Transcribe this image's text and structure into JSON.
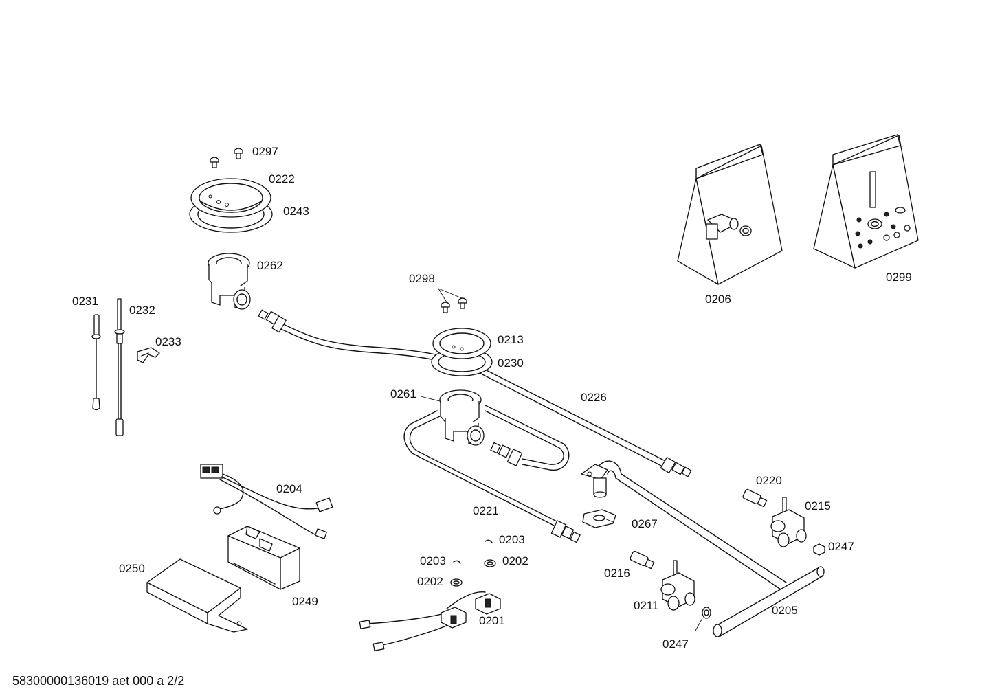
{
  "footer": {
    "doc_id": "58300000136019 aet 000 a 2/2"
  },
  "labels": {
    "p0297": "0297",
    "p0222": "0222",
    "p0243": "0243",
    "p0262": "0262",
    "p0231": "0231",
    "p0232": "0232",
    "p0233": "0233",
    "p0298": "0298",
    "p0213": "0213",
    "p0230": "0230",
    "p0226": "0226",
    "p0261": "0261",
    "p0206": "0206",
    "p0299": "0299",
    "p0204": "0204",
    "p0221": "0221",
    "p0203a": "0203",
    "p0203b": "0203",
    "p0202a": "0202",
    "p0202b": "0202",
    "p0201": "0201",
    "p0250": "0250",
    "p0249": "0249",
    "p0267": "0267",
    "p0220": "0220",
    "p0215": "0215",
    "p0247a": "0247",
    "p0216": "0216",
    "p0211": "0211",
    "p0205": "0205",
    "p0247b": "0247"
  }
}
